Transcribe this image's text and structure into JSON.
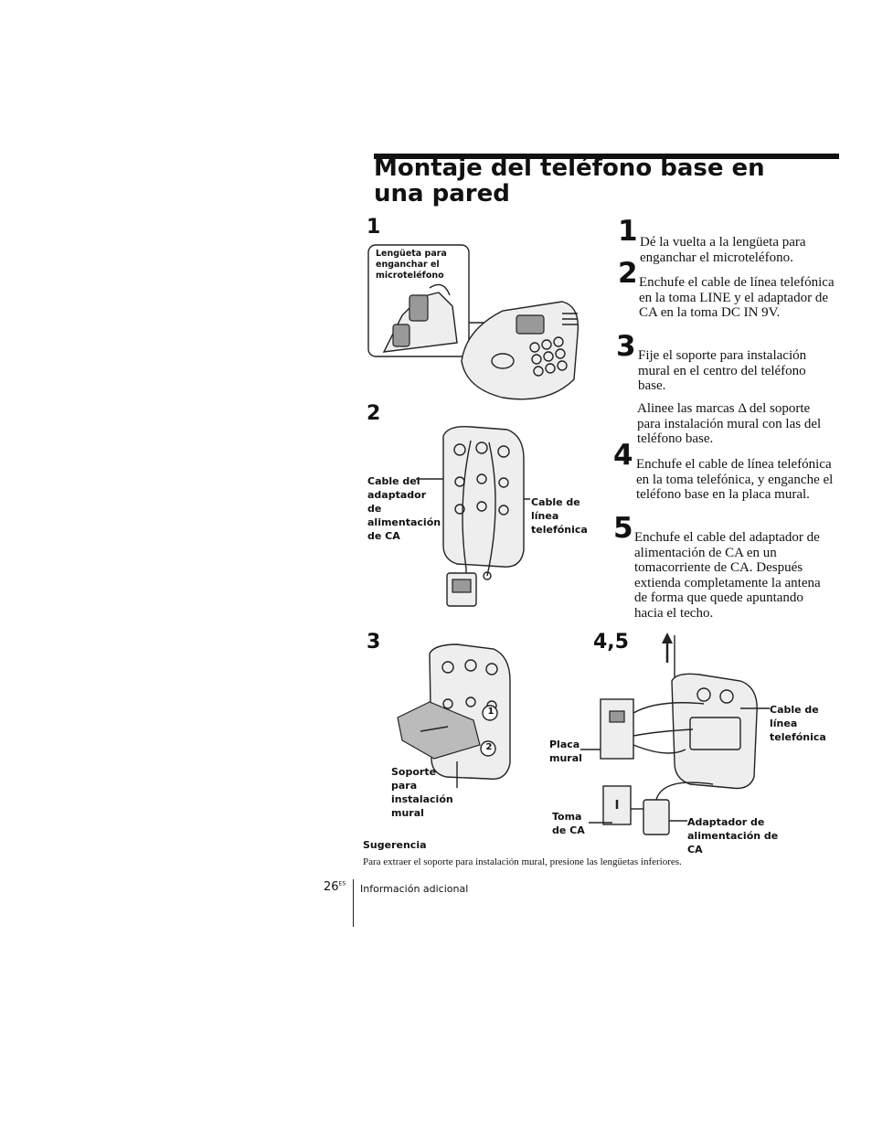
{
  "title": "Montaje del teléfono base en una pared",
  "figures": {
    "fig1": {
      "number": "1",
      "callout": "Lengüeta para enganchar el microteléfono"
    },
    "fig2": {
      "number": "2",
      "callout_left": "Cable del adaptador de alimentación de CA",
      "callout_right": "Cable de línea telefónica"
    },
    "fig3": {
      "number": "3",
      "callout": "Soporte para instalación mural",
      "marker_1": "1",
      "marker_2": "2"
    },
    "fig45": {
      "number": "4,5",
      "callout_placa": "Placa mural",
      "callout_toma": "Toma de CA",
      "callout_cable": "Cable de línea telefónica",
      "callout_adaptador": "Adaptador de alimentación de CA"
    }
  },
  "steps": [
    {
      "number": "1",
      "text": "Dé la vuelta a la lengüeta para enganchar el microteléfono."
    },
    {
      "number": "2",
      "text": "Enchufe el cable de línea telefónica en la toma LINE y el adaptador de CA en la toma DC IN 9V."
    },
    {
      "number": "3",
      "text": "Fije el soporte para instalación mural en el centro del teléfono base.",
      "extra": "Alinee las marcas Δ del soporte para instalación mural con las del teléfono base."
    },
    {
      "number": "4",
      "text": "Enchufe el cable de línea telefónica en la toma telefónica, y enganche el teléfono base en la placa mural."
    },
    {
      "number": "5",
      "text": "Enchufe el cable del adaptador de alimentación de CA en un tomacorriente de CA. Después extienda completamente la antena de forma que quede apuntando hacia el techo."
    }
  ],
  "tip": {
    "heading": "Sugerencia",
    "text": "Para extraer el soporte para instalación mural, presione las lengüetas inferiores."
  },
  "footer": {
    "page_number": "26",
    "page_suffix": "ES",
    "section": "Información adicional"
  }
}
